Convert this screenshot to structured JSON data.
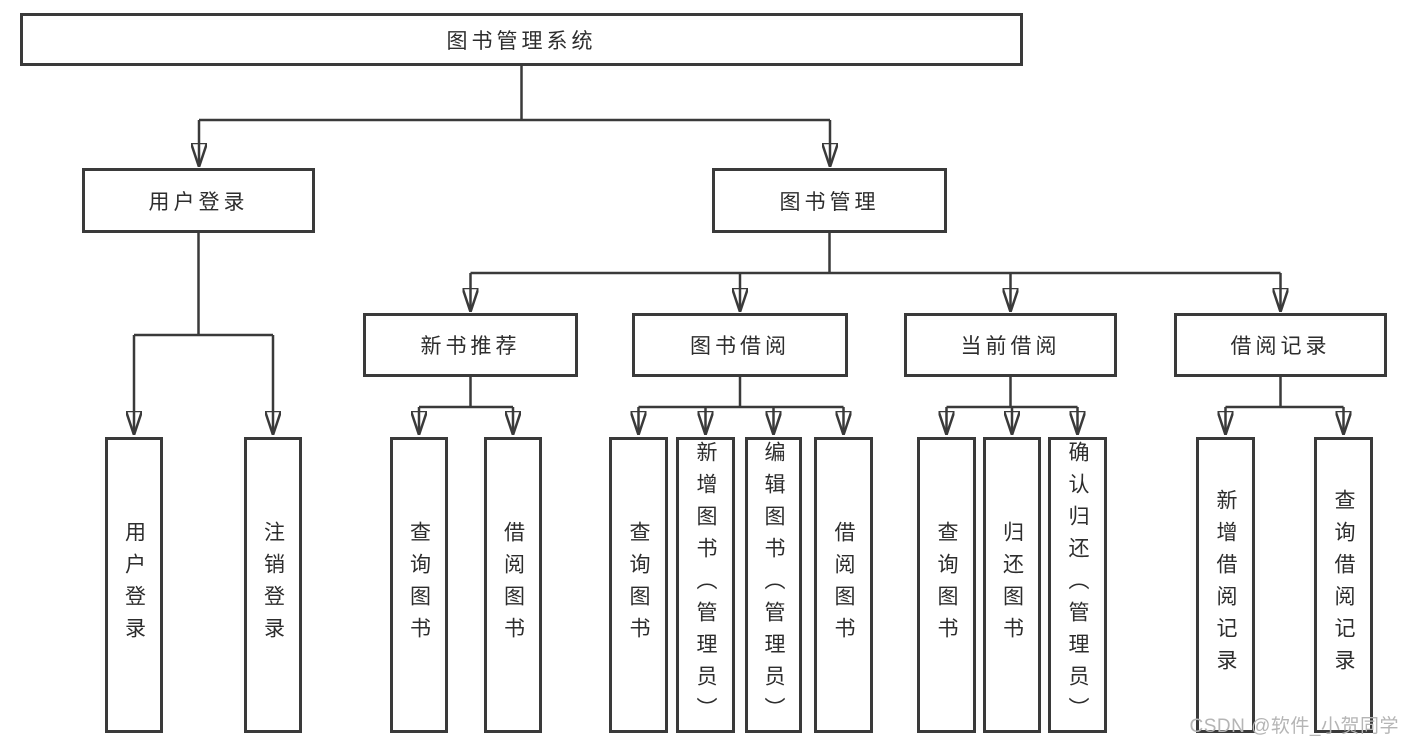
{
  "diagram_title": "图书管理系统",
  "colors": {
    "line": "#3a3a3a",
    "box_border": "#3a3a3a",
    "text": "#2d2d2d",
    "watermark": "#b5b5b5",
    "background": "#ffffff"
  },
  "nodes": {
    "root": {
      "label": "图书管理系统"
    },
    "level2": [
      {
        "label": "用户登录"
      },
      {
        "label": "图书管理"
      }
    ],
    "level3": [
      {
        "label": "新书推荐"
      },
      {
        "label": "图书借阅"
      },
      {
        "label": "当前借阅"
      },
      {
        "label": "借阅记录"
      }
    ],
    "leaf_groups": [
      {
        "parent": "用户登录",
        "items": [
          {
            "label": "用户登录"
          },
          {
            "label": "注销登录"
          }
        ]
      },
      {
        "parent": "新书推荐",
        "items": [
          {
            "label": "查询图书"
          },
          {
            "label": "借阅图书"
          }
        ]
      },
      {
        "parent": "图书借阅",
        "items": [
          {
            "label": "查询图书"
          },
          {
            "label": "新增图书（管理员）"
          },
          {
            "label": "编辑图书（管理员）"
          },
          {
            "label": "借阅图书"
          }
        ]
      },
      {
        "parent": "当前借阅",
        "items": [
          {
            "label": "查询图书"
          },
          {
            "label": "归还图书"
          },
          {
            "label": "确认归还（管理员）"
          }
        ]
      },
      {
        "parent": "借阅记录",
        "items": [
          {
            "label": "新增借阅记录"
          },
          {
            "label": "查询借阅记录"
          }
        ]
      }
    ]
  },
  "watermark": {
    "text": "CSDN @软件_小贺同学"
  }
}
